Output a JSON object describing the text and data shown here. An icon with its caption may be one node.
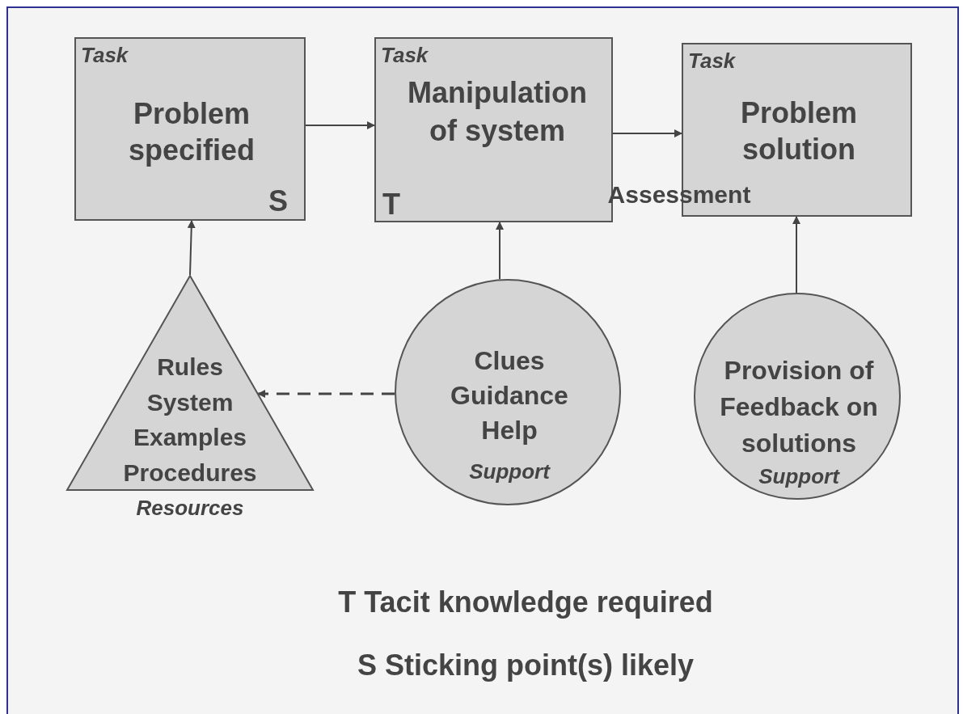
{
  "diagram": {
    "nodes": [
      {
        "text": [
          "Task",
          "Problem specified",
          "S"
        ]
      },
      {
        "text": [
          "Task",
          "Manipulation of system",
          "T"
        ]
      },
      {
        "text": [
          "Task",
          "Problem solution"
        ]
      },
      {
        "text": [
          "Rules System Examples Procedures",
          "Resources"
        ]
      },
      {
        "text": [
          "Clues Guidance Help",
          "Support"
        ]
      },
      {
        "text": [
          "Provision of Feedback on solutions",
          "Support"
        ]
      }
    ],
    "edges": [
      {
        "from": 0,
        "to": 1,
        "arrow": "to"
      },
      {
        "from": 1,
        "to": 2,
        "arrow": "to"
      },
      {
        "from": 3,
        "to": 0,
        "arrow": "to"
      },
      {
        "from": 4,
        "to": 1,
        "arrow": "to"
      },
      {
        "from": 5,
        "to": 2,
        "arrow": "to"
      },
      {
        "from": 4,
        "to": 3,
        "arrow": "to",
        "style": "dashed"
      }
    ],
    "labels": [
      "Assessment",
      "T Tacit knowledge required",
      "S Sticking point(s) likely"
    ]
  }
}
